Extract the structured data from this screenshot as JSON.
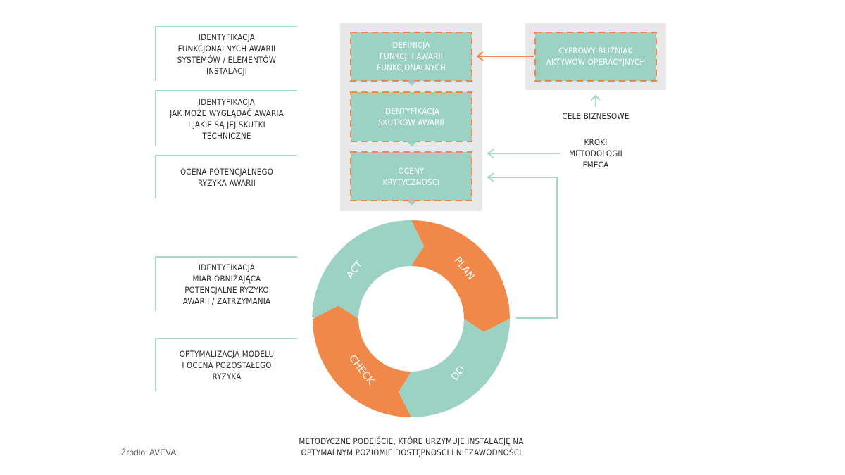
{
  "colors": {
    "teal": "#9bd2c3",
    "teal_light": "#a8d8cc",
    "orange": "#f0884a",
    "grey_panel": "#e8e8e8",
    "text": "#2b2b2b"
  },
  "left_boxes": [
    {
      "text": "IDENTYFIKACJA\nFUNKCJONALNYCH AWARII\nSYSTEMÓW / ELEMENTÓW\nINSTALACJI"
    },
    {
      "text": "IDENTYFIKACJA\nJAK MOŻE WYGLĄDAĆ AWARIA\nI JAKIE SĄ JEJ SKUTKI\nTECHNICZNE"
    },
    {
      "text": "OCENA POTENCJALNEGO\nRYZYKA AWARII"
    },
    {
      "text": "IDENTYFIKACJA\nMIAR OBNIŻAJĄCA\nPOTENCJALNE RYZYKO\nAWARII / ZATRZYMANIA"
    },
    {
      "text": "OPTYMALIZACJA MODELU\nI OCENA POZOSTAŁEGO\nRYZYKA"
    }
  ],
  "steps": [
    {
      "text": "DEFINICJA\nFUNKCJI I AWARII\nFUNKCJONALNYCH"
    },
    {
      "text": "IDENTYFIKACJA\nSKUTKÓW AWARII"
    },
    {
      "text": "OCENY\nKRYTYCZNOŚCI"
    }
  ],
  "digital_twin": {
    "text": "CYFROWY BLIŹNIAK\nAKTYWÓW OPERACYJNYCH"
  },
  "business_goals": "CELE BIZNESOWE",
  "fmeca_label": "KROKI\nMETODOLOGII\nFMECA",
  "cycle": {
    "plan": "PLAN",
    "do": "DO",
    "check": "CHECK",
    "act": "ACT"
  },
  "caption": "METODYCZNE PODEJŚCIE, KTÓRE URZYMUJE INSTALACJĘ NA\nOPTYMALNYM POZIOMIE DOSTĘPNOŚCI I NIEZAWODNOŚCI",
  "source": "Źródło: AVEVA"
}
